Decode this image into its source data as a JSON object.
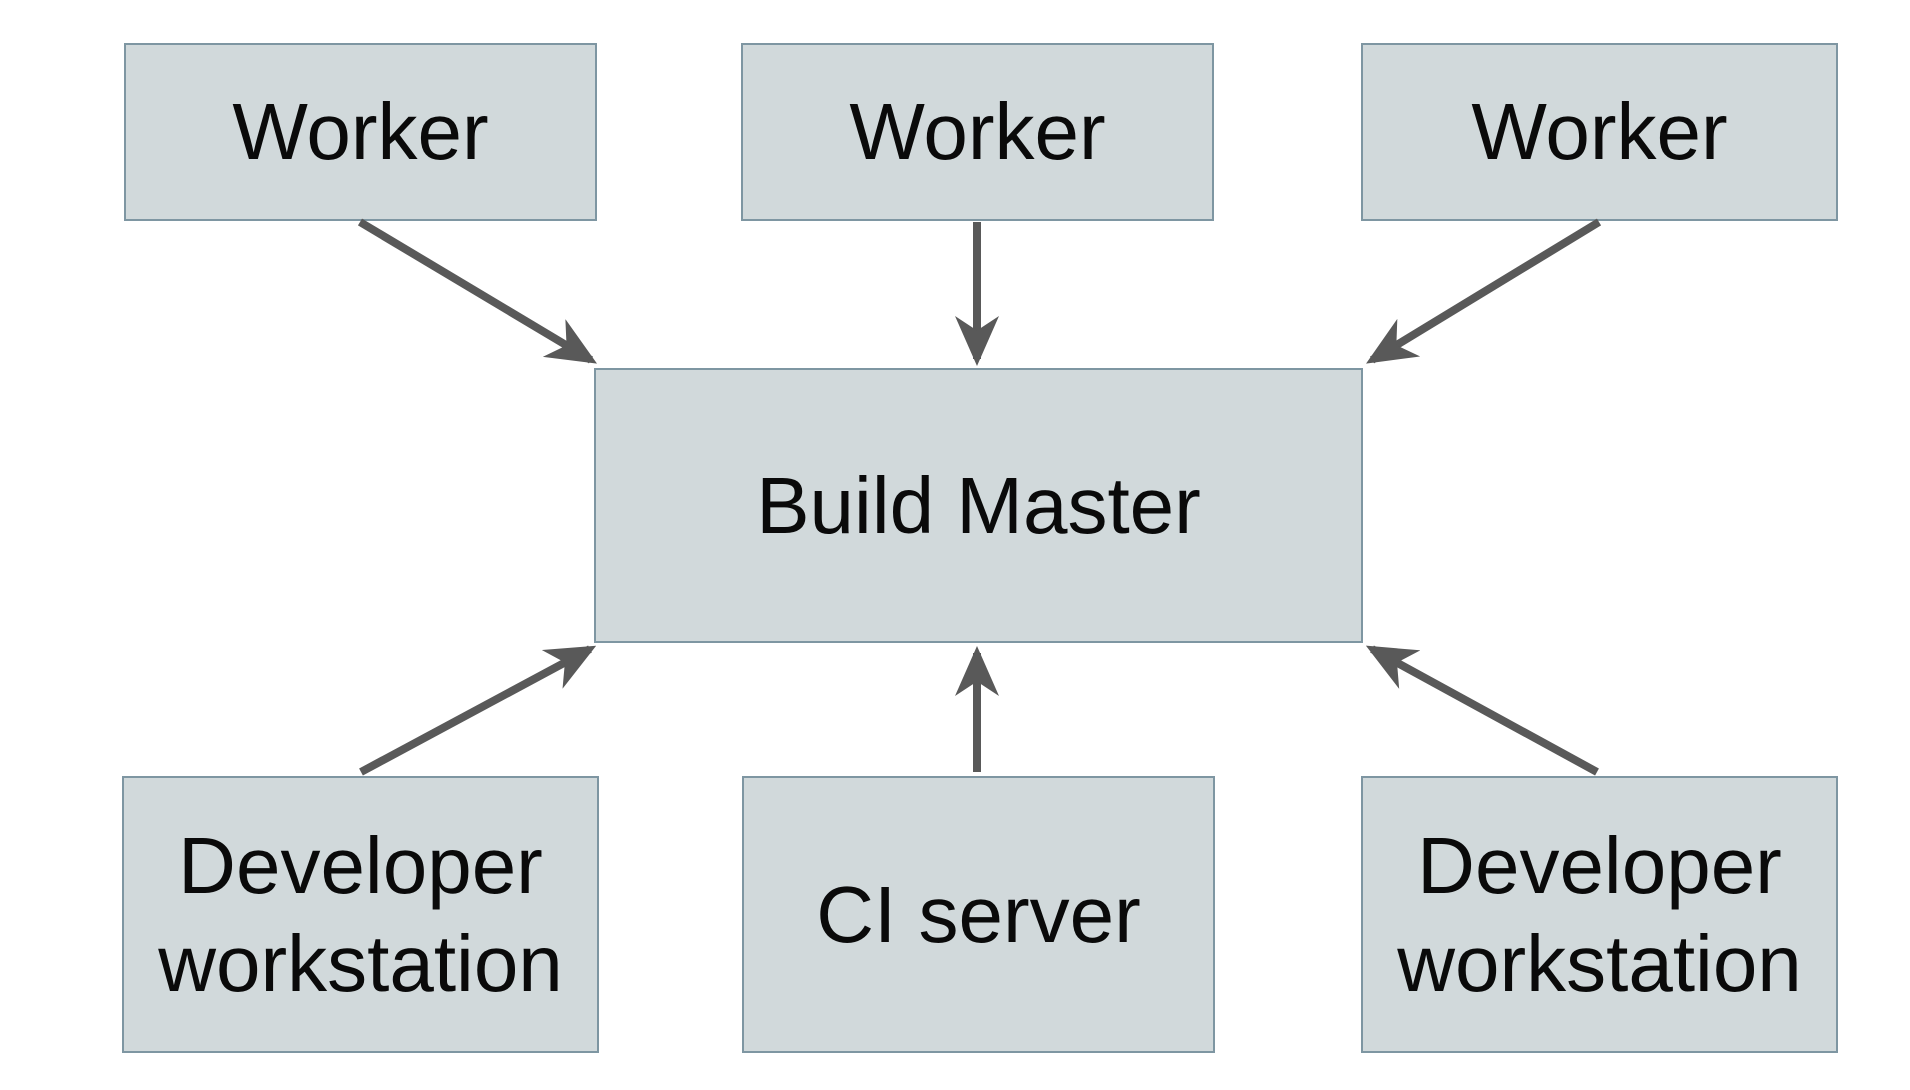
{
  "colors": {
    "background": "#ffffff",
    "box_fill": "#d1d9db",
    "box_border": "#7e96a2",
    "arrow": "#595959",
    "text": "#0a0a0a"
  },
  "nodes": {
    "worker_left": {
      "label": "Worker"
    },
    "worker_middle": {
      "label": "Worker"
    },
    "worker_right": {
      "label": "Worker"
    },
    "build_master": {
      "label": "Build Master"
    },
    "dev_workstation_left": {
      "label": "Developer workstation"
    },
    "ci_server": {
      "label": "CI server"
    },
    "dev_workstation_right": {
      "label": "Developer workstation"
    }
  },
  "edges": [
    {
      "from": "worker_left",
      "to": "build_master"
    },
    {
      "from": "worker_middle",
      "to": "build_master"
    },
    {
      "from": "worker_right",
      "to": "build_master"
    },
    {
      "from": "dev_workstation_left",
      "to": "build_master"
    },
    {
      "from": "ci_server",
      "to": "build_master"
    },
    {
      "from": "dev_workstation_right",
      "to": "build_master"
    }
  ]
}
